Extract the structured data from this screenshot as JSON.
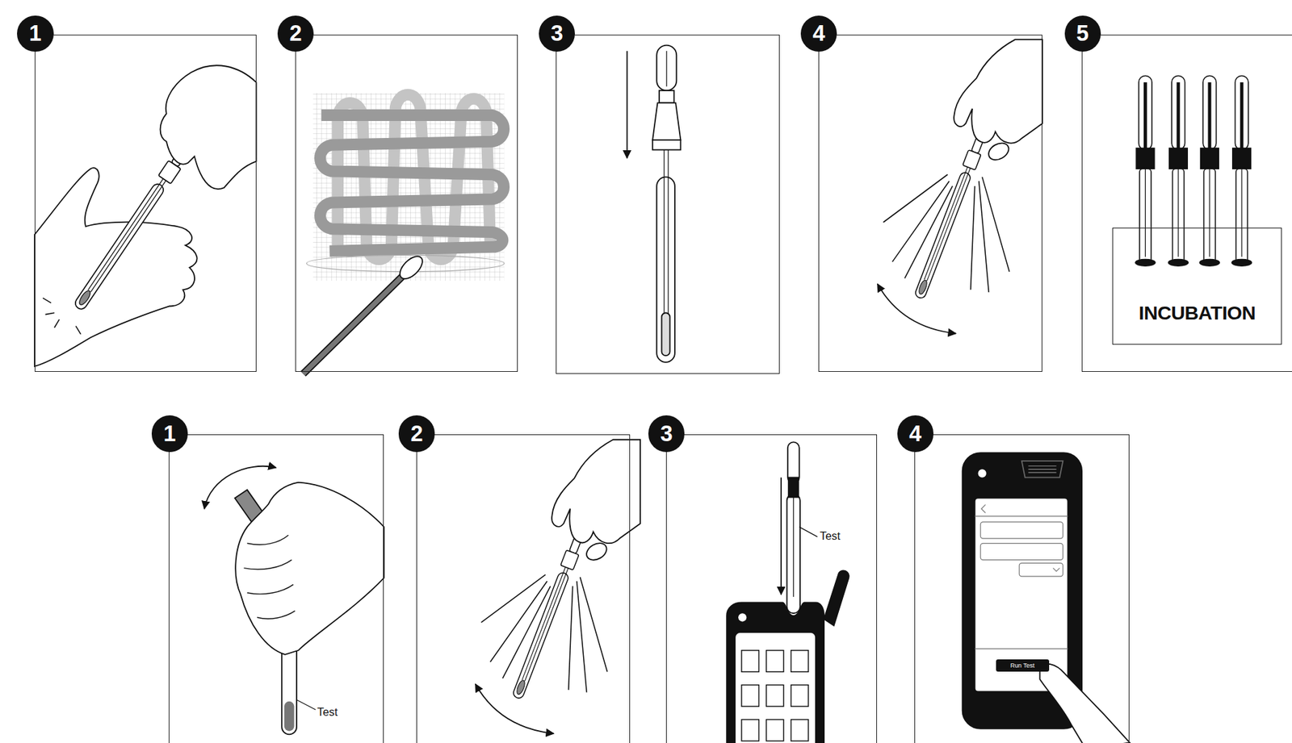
{
  "diagram": {
    "nodes": [
      {
        "text": [
          "1"
        ]
      },
      {
        "text": [
          "2"
        ]
      },
      {
        "text": [
          "3"
        ]
      },
      {
        "text": [
          "4"
        ]
      },
      {
        "text": [
          "5"
        ]
      },
      {
        "text": [
          "INCUBATION"
        ],
        "in": 4
      },
      {
        "text": [
          "1"
        ]
      },
      {
        "text": [
          "2"
        ]
      },
      {
        "text": [
          "3"
        ]
      },
      {
        "text": [
          "4"
        ]
      },
      {
        "text": [
          "Run Test"
        ],
        "in": 9
      }
    ],
    "labels": [
      "Test",
      "Test"
    ]
  }
}
